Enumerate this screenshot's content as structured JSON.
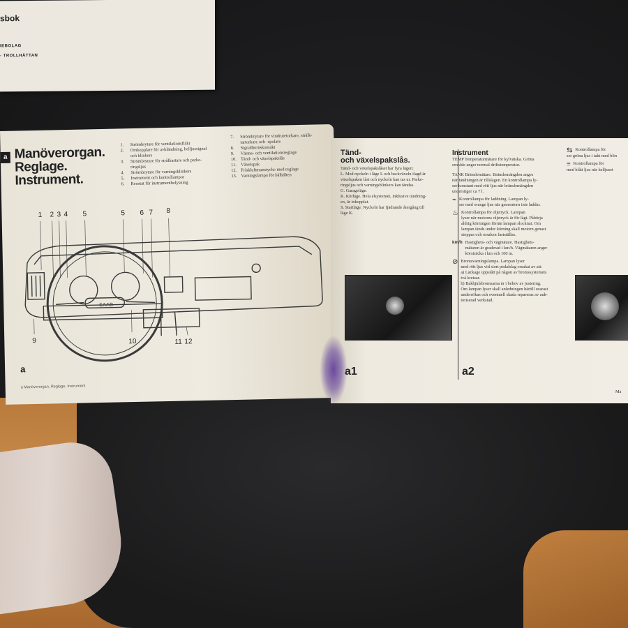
{
  "top_booklet": {
    "title": "sbok",
    "line1": "IEBOLAG",
    "line2": "- TROLLHÄTTAN"
  },
  "left_page": {
    "section_badge": "a",
    "title_lines": [
      "Manöverorgan.",
      "Reglage.",
      "Instrument."
    ],
    "list_a": [
      {
        "n": "1.",
        "t": "Strömbrytare för ventilationsfläkt"
      },
      {
        "n": "2.",
        "t": "Omkopplare för avbländning, helljussignal"
      },
      {
        "n": "",
        "t": "och blinkers"
      },
      {
        "n": "3.",
        "t": "Strömbrytare för strålkastare och parke-"
      },
      {
        "n": "",
        "t": "ringsljus"
      },
      {
        "n": "4.",
        "t": "Strömbrytare för varningsblinkers"
      },
      {
        "n": "5.",
        "t": "Instrument och kontrollampor"
      },
      {
        "n": "6.",
        "t": "Reostat för instrumentbelysning"
      }
    ],
    "list_b": [
      {
        "n": "7.",
        "t": "Strömbrytare för vindrutetorkare, strålk-"
      },
      {
        "n": "",
        "t": "tartorkare och -spolare"
      },
      {
        "n": "8.",
        "t": "Signalhornskontakt"
      },
      {
        "n": "9.",
        "t": "Värme- och ventilationsreglage"
      },
      {
        "n": "10.",
        "t": "Tänd- och växelspakslås"
      },
      {
        "n": "11.",
        "t": "Växelspak"
      },
      {
        "n": "12.",
        "t": "Friskluftmunstycke med reglage"
      },
      {
        "n": "13.",
        "t": "Varningslampa för bälbälten"
      }
    ],
    "callouts_top": [
      "1",
      "2",
      "3",
      "4",
      "5",
      "5",
      "6",
      "7",
      "8"
    ],
    "callouts_bottom": [
      "9",
      "10",
      "11",
      "12"
    ],
    "page_letter": "a",
    "footer": "a  Manöverorgan, Reglage, Instrument"
  },
  "page_a1": {
    "title_line1": "Tänd-",
    "title_line2": "och växelspakslås.",
    "body": [
      "Tänd- och växelspakslåset har fyra lägen:",
      "L. Med nyckeln i läge L och backväxeln ilagd är",
      "växelspaken låst och nyckeln kan tas ur. Parke-",
      "ringsljus och varningsblinkers kan tändas.",
      "G. Garageläge.",
      "K. Körläge. Hela elsystemet, inklusive tändning-",
      "en, är inkopplat.",
      "S. Startläge. Nyckeln har fjädrande återgång till",
      "läge K."
    ],
    "page_label": "a1"
  },
  "page_a2": {
    "title": "Instrument",
    "temp": [
      "TEMP  Temperaturmätare för kylvätska. Gröna",
      "område anger normal driftstemperatur."
    ],
    "tank": [
      "TANK  Bränslemätare. Bränslemängden anges",
      "när tändningen är tillslagen. En kontrollampa ly-",
      "ser konstant med rött ljus när bränslemängden",
      "understiger ca 7 l."
    ],
    "charge": [
      "Kontrollampa för laddning. Lampan ly-",
      "ser med orange ljus när generatorn inte laddar."
    ],
    "oil": [
      "Kontrollampa för oljetryck. Lampan",
      "lyser när motorns oljetryck är för lågt. Påbörja",
      "aldrig körningen förrän lampan slocknat. Om",
      "lampan tänds under körning skall motorn genast",
      "stoppas och orsaken fastställas."
    ],
    "kmh_label": "km/h",
    "kmh": [
      "Hastighets- och vägmätare. Hastighets-",
      "mätaren är graderad i km/h. Vägmätaren anger",
      "körsträcka i km och 100 m."
    ],
    "brake": [
      "Bromsvarningslampa. Lampan lyser",
      "med rött ljus vid stort pedalslag orsakat av att:",
      "a) Läckage uppstått på någon av bromssystemets",
      "två kretsar.",
      "b) Bakhjulsbromsarna är i behov av justering.",
      "Om lampan lyser skall anledningen härtill snarast",
      "undersökas och eventuell skada repareras av auk-",
      "toriserad verkstad."
    ],
    "page_label": "a2"
  },
  "page_right_edge": {
    "line1": "Kontrollampa för",
    "line2": "ser gröna ljus i takt med blin",
    "line3": "Kontrollampa för",
    "line4": "med blått ljus när helljuset",
    "corner": "Ma"
  },
  "icons": {
    "turn_signal": "turn-signal-icon",
    "high_beam": "high-beam-icon",
    "charge": "battery-charge-icon",
    "oil": "oil-can-icon",
    "brake": "brake-warning-icon"
  }
}
